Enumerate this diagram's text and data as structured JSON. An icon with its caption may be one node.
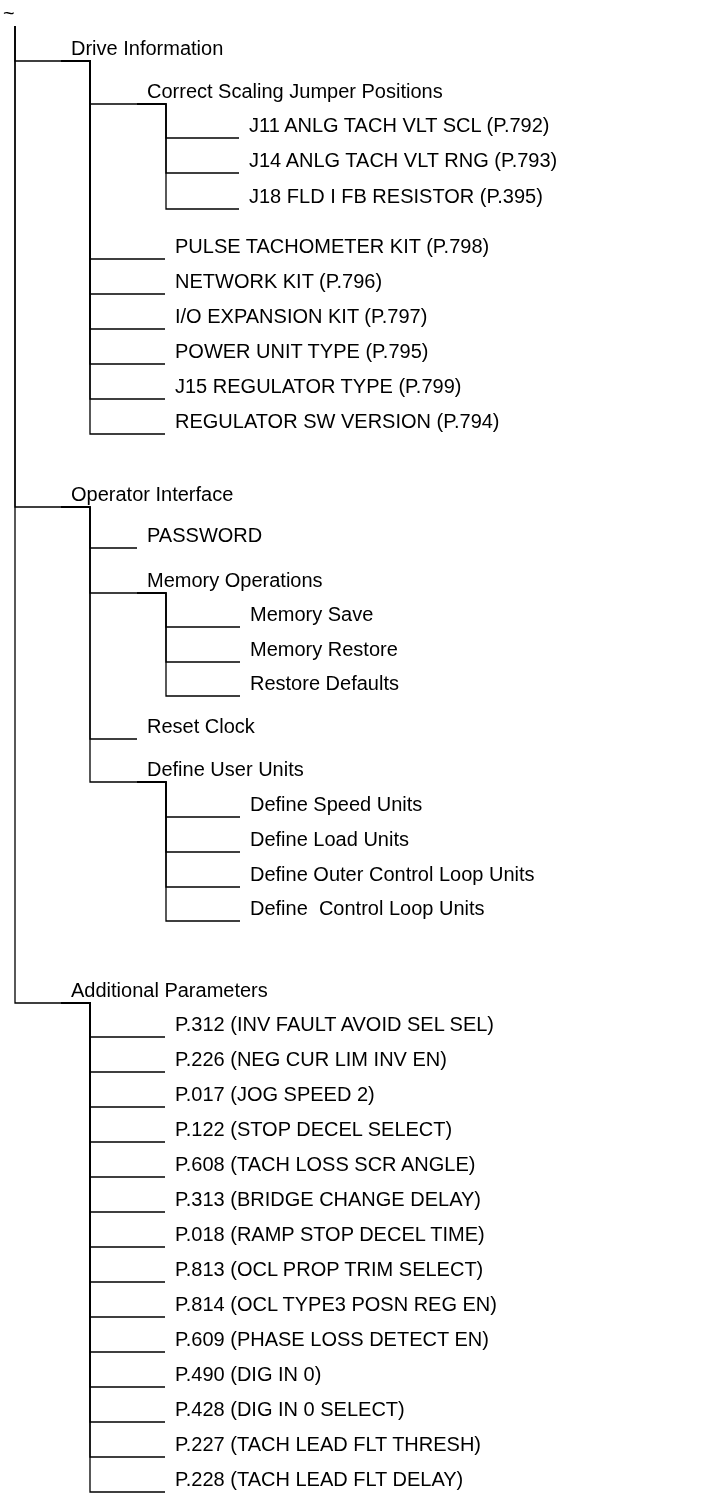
{
  "diagram": {
    "nodes": [
      {
        "text": [
          "~"
        ]
      },
      {
        "text": [
          "Drive Information"
        ]
      },
      {
        "text": [
          "Correct Scaling Jumper Positions"
        ]
      },
      {
        "text": [
          "J11 ANLG TACH VLT SCL (P.792)"
        ]
      },
      {
        "text": [
          "J14 ANLG TACH VLT RNG (P.793)"
        ]
      },
      {
        "text": [
          "J18 FLD I FB RESISTOR (P.395)"
        ]
      },
      {
        "text": [
          "PULSE TACHOMETER KIT (P.798)"
        ]
      },
      {
        "text": [
          "NETWORK KIT (P.796)"
        ]
      },
      {
        "text": [
          "I/O EXPANSION KIT (P.797)"
        ]
      },
      {
        "text": [
          "POWER UNIT TYPE (P.795)"
        ]
      },
      {
        "text": [
          "J15 REGULATOR TYPE (P.799)"
        ]
      },
      {
        "text": [
          "REGULATOR SW VERSION (P.794)"
        ]
      },
      {
        "text": [
          "Operator Interface"
        ]
      },
      {
        "text": [
          "PASSWORD"
        ]
      },
      {
        "text": [
          "Memory Operations"
        ]
      },
      {
        "text": [
          "Memory Save"
        ]
      },
      {
        "text": [
          "Memory Restore"
        ]
      },
      {
        "text": [
          "Restore Defaults"
        ]
      },
      {
        "text": [
          "Reset Clock"
        ]
      },
      {
        "text": [
          "Define User Units"
        ]
      },
      {
        "text": [
          "Define Speed Units"
        ]
      },
      {
        "text": [
          "Define Load Units"
        ]
      },
      {
        "text": [
          "Define Outer Control Loop Units"
        ]
      },
      {
        "text": [
          "Define  Control Loop Units"
        ]
      },
      {
        "text": [
          "Additional Parameters"
        ]
      },
      {
        "text": [
          "P.312 (INV FAULT AVOID SEL SEL)"
        ]
      },
      {
        "text": [
          "P.226 (NEG CUR LIM INV EN)"
        ]
      },
      {
        "text": [
          "P.017 (JOG SPEED 2)"
        ]
      },
      {
        "text": [
          "P.122 (STOP DECEL SELECT)"
        ]
      },
      {
        "text": [
          "P.608 (TACH LOSS SCR ANGLE)"
        ]
      },
      {
        "text": [
          "P.313 (BRIDGE CHANGE DELAY)"
        ]
      },
      {
        "text": [
          "P.018 (RAMP STOP DECEL TIME)"
        ]
      },
      {
        "text": [
          "P.813 (OCL PROP TRIM SELECT)"
        ]
      },
      {
        "text": [
          "P.814 (OCL TYPE3 POSN REG EN)"
        ]
      },
      {
        "text": [
          "P.609 (PHASE LOSS DETECT EN)"
        ]
      },
      {
        "text": [
          "P.490 (DIG IN 0)"
        ]
      },
      {
        "text": [
          "P.428 (DIG IN 0 SELECT)"
        ]
      },
      {
        "text": [
          "P.227 (TACH LEAD FLT THRESH)"
        ]
      },
      {
        "text": [
          "P.228 (TACH LEAD FLT DELAY)"
        ]
      }
    ],
    "edges": [
      {
        "from": 0,
        "to": 1,
        "arrow": "none"
      },
      {
        "from": 1,
        "to": 2,
        "arrow": "none"
      },
      {
        "from": 2,
        "to": 3,
        "arrow": "none"
      },
      {
        "from": 2,
        "to": 4,
        "arrow": "none"
      },
      {
        "from": 2,
        "to": 5,
        "arrow": "none"
      },
      {
        "from": 1,
        "to": 6,
        "arrow": "none"
      },
      {
        "from": 1,
        "to": 7,
        "arrow": "none"
      },
      {
        "from": 1,
        "to": 8,
        "arrow": "none"
      },
      {
        "from": 1,
        "to": 9,
        "arrow": "none"
      },
      {
        "from": 1,
        "to": 10,
        "arrow": "none"
      },
      {
        "from": 1,
        "to": 11,
        "arrow": "none"
      },
      {
        "from": 0,
        "to": 12,
        "arrow": "none"
      },
      {
        "from": 12,
        "to": 13,
        "arrow": "none"
      },
      {
        "from": 12,
        "to": 14,
        "arrow": "none"
      },
      {
        "from": 14,
        "to": 15,
        "arrow": "none"
      },
      {
        "from": 14,
        "to": 16,
        "arrow": "none"
      },
      {
        "from": 14,
        "to": 17,
        "arrow": "none"
      },
      {
        "from": 12,
        "to": 18,
        "arrow": "none"
      },
      {
        "from": 12,
        "to": 19,
        "arrow": "none"
      },
      {
        "from": 19,
        "to": 20,
        "arrow": "none"
      },
      {
        "from": 19,
        "to": 21,
        "arrow": "none"
      },
      {
        "from": 19,
        "to": 22,
        "arrow": "none"
      },
      {
        "from": 19,
        "to": 23,
        "arrow": "none"
      },
      {
        "from": 0,
        "to": 24,
        "arrow": "none"
      },
      {
        "from": 24,
        "to": 25,
        "arrow": "none"
      },
      {
        "from": 24,
        "to": 26,
        "arrow": "none"
      },
      {
        "from": 24,
        "to": 27,
        "arrow": "none"
      },
      {
        "from": 24,
        "to": 28,
        "arrow": "none"
      },
      {
        "from": 24,
        "to": 29,
        "arrow": "none"
      },
      {
        "from": 24,
        "to": 30,
        "arrow": "none"
      },
      {
        "from": 24,
        "to": 31,
        "arrow": "none"
      },
      {
        "from": 24,
        "to": 32,
        "arrow": "none"
      },
      {
        "from": 24,
        "to": 33,
        "arrow": "none"
      },
      {
        "from": 24,
        "to": 34,
        "arrow": "none"
      },
      {
        "from": 24,
        "to": 35,
        "arrow": "none"
      },
      {
        "from": 24,
        "to": 36,
        "arrow": "none"
      },
      {
        "from": 24,
        "to": 37,
        "arrow": "none"
      },
      {
        "from": 24,
        "to": 38,
        "arrow": "none"
      }
    ]
  }
}
